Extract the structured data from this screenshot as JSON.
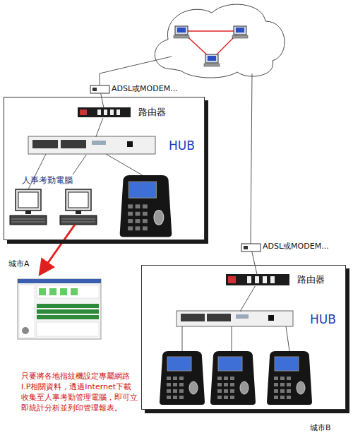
{
  "diagram": {
    "nodes": [
      {
        "text": [
          "ADSL或MODEM..."
        ]
      },
      {
        "text": [
          "城市A"
        ]
      },
      {
        "text": [
          "路由器"
        ],
        "in": 1
      },
      {
        "text": [
          "HUB"
        ],
        "in": 1
      },
      {
        "text": [
          "人事考勤電腦"
        ],
        "in": 1
      },
      {
        "text": [
          "ADSL或MODEM..."
        ]
      },
      {
        "text": [
          "城市B"
        ]
      },
      {
        "text": [
          "路由器"
        ],
        "in": 6
      },
      {
        "text": [
          "HUB"
        ],
        "in": 6
      }
    ],
    "edges": [
      {
        "from": 0,
        "to": 2,
        "arrow": "none"
      },
      {
        "from": 2,
        "to": 3,
        "arrow": "none"
      },
      {
        "from": 3,
        "to": 4,
        "arrow": "none"
      },
      {
        "from": 5,
        "to": 7,
        "arrow": "none"
      },
      {
        "from": 7,
        "to": 8,
        "arrow": "none"
      }
    ],
    "labels": [
      "只要將各地指紋機設定專屬網路I.P相關資料，透過Internet下載收集至人事考勤管理電腦，即可立即統計分析並列印管理報表。"
    ]
  }
}
